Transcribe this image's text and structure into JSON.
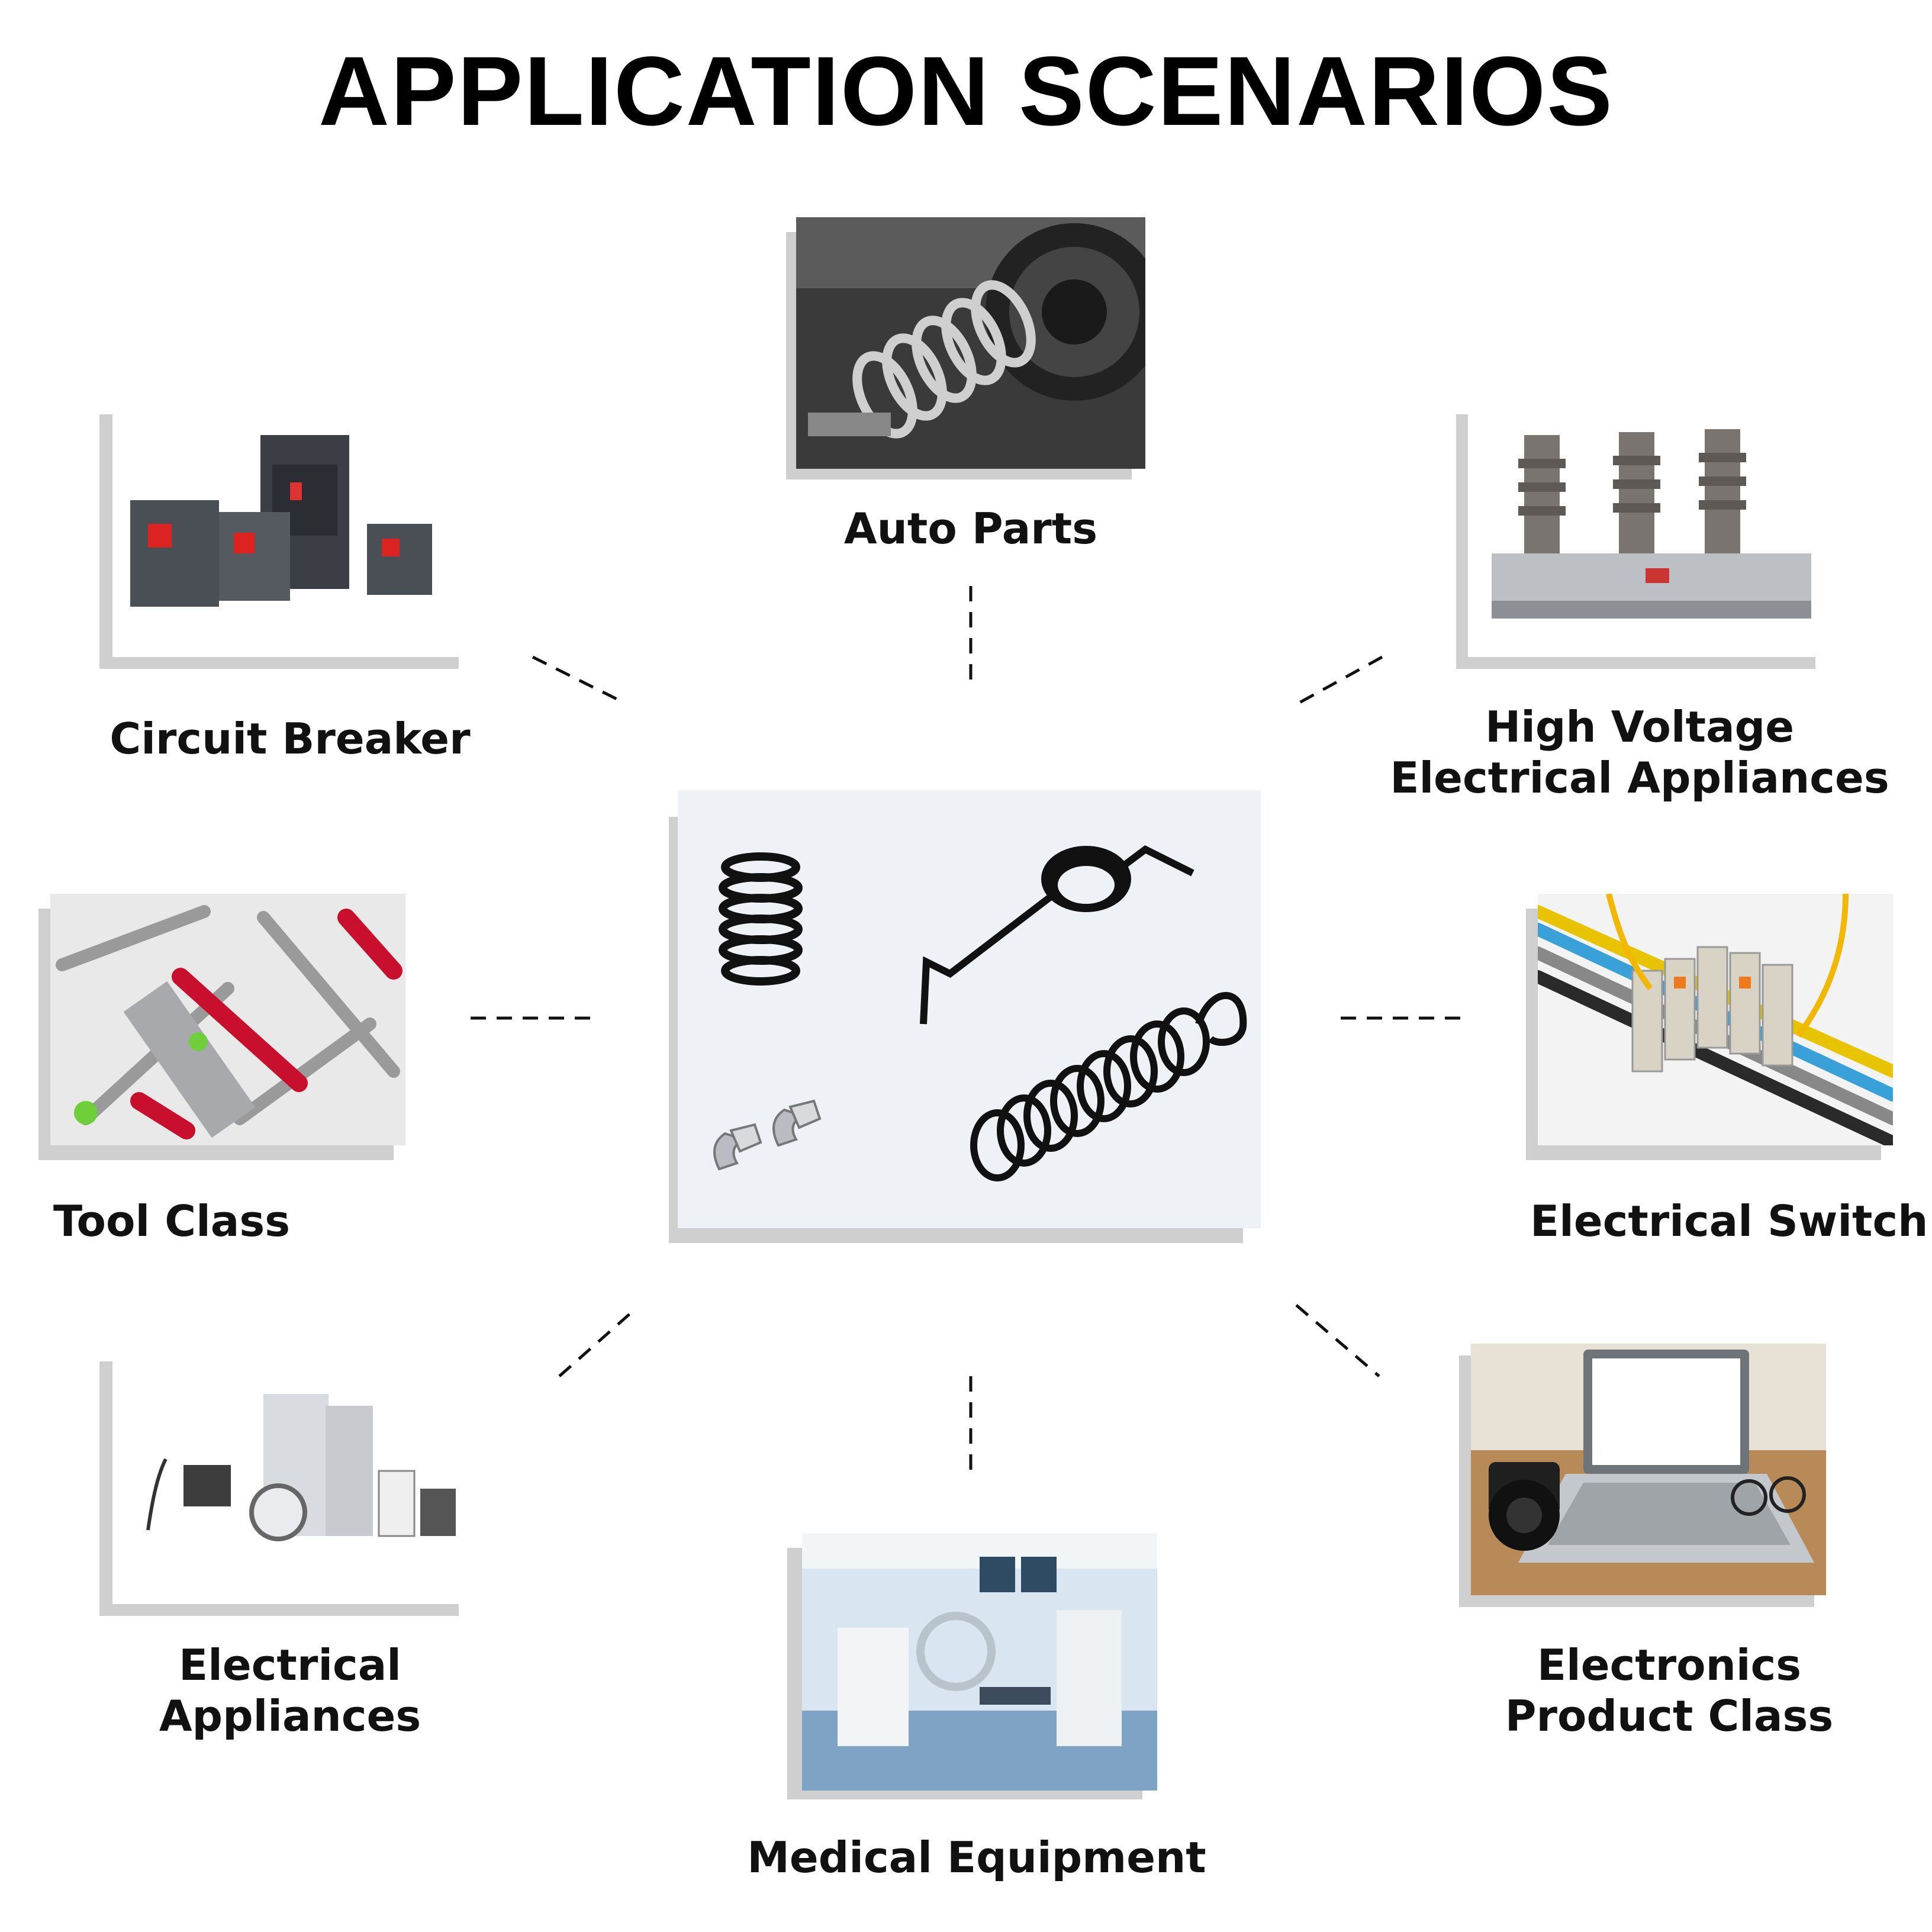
{
  "page": {
    "title": "APPLICATION SCENARIOS"
  },
  "center": {
    "caption": ""
  },
  "scenarios": [
    {
      "label_lines": [
        "Auto Parts"
      ]
    },
    {
      "label_lines": [
        "Circuit Breaker"
      ]
    },
    {
      "label_lines": [
        "High Voltage",
        "Electrical Appliances"
      ]
    },
    {
      "label_lines": [
        "Tool Class"
      ]
    },
    {
      "label_lines": [
        "Electrical Switch"
      ]
    },
    {
      "label_lines": [
        "Electrical",
        "Appliances"
      ]
    },
    {
      "label_lines": [
        "Electronics",
        "Product Class"
      ]
    },
    {
      "label_lines": [
        "Medical Equipment"
      ]
    }
  ],
  "colors": {
    "text": "#111111",
    "dash": "#111111",
    "card_shadow": "#cfcfcf",
    "center_bg": "#eef2f7"
  }
}
